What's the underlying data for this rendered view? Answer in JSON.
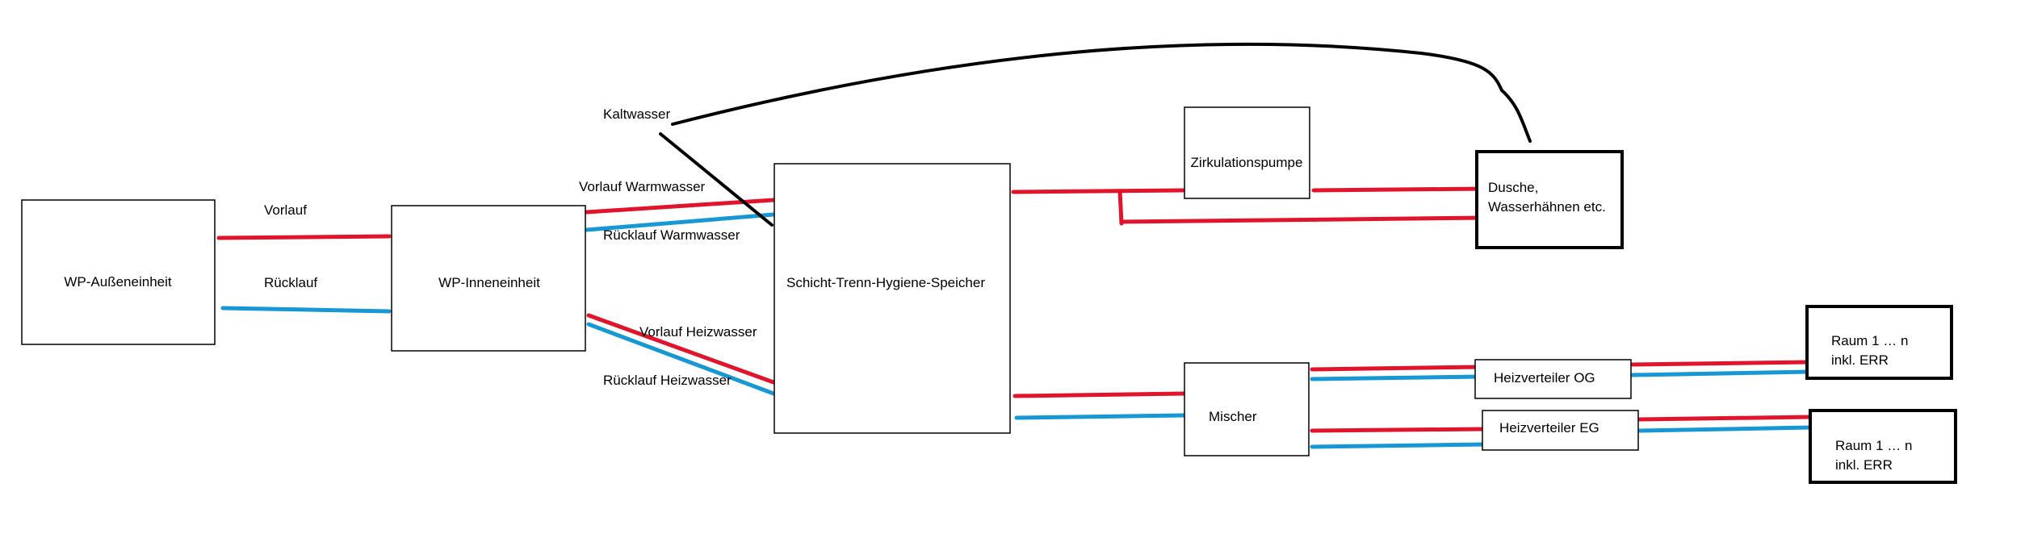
{
  "colors": {
    "supply": "#e0152b",
    "return": "#1797d3",
    "outline": "#000000",
    "background": "#ffffff"
  },
  "boxes": {
    "outdoor_unit": "WP-Außeneinheit",
    "indoor_unit": "WP-Inneneinheit",
    "storage": "Schicht-Trenn-Hygiene-Speicher",
    "circulation_pump": "Zirkulationspumpe",
    "shower_line1": "Dusche,",
    "shower_line2": "Wasserhähnen etc.",
    "mixer": "Mischer",
    "distributor_og": "Heizverteiler OG",
    "distributor_eg": "Heizverteiler EG",
    "room1_line1": "Raum 1 … n",
    "room1_line2": "inkl. ERR",
    "room2_line1": "Raum 1 … n",
    "room2_line2": "inkl. ERR"
  },
  "labels": {
    "supply": "Vorlauf",
    "return": "Rücklauf",
    "cold_water": "Kaltwasser",
    "supply_hot_water": "Vorlauf Warmwasser",
    "return_hot_water": "Rücklauf Warmwasser",
    "supply_heating_water": "Vorlauf Heizwasser",
    "return_heating_water": "Rücklauf Heizwasser"
  }
}
